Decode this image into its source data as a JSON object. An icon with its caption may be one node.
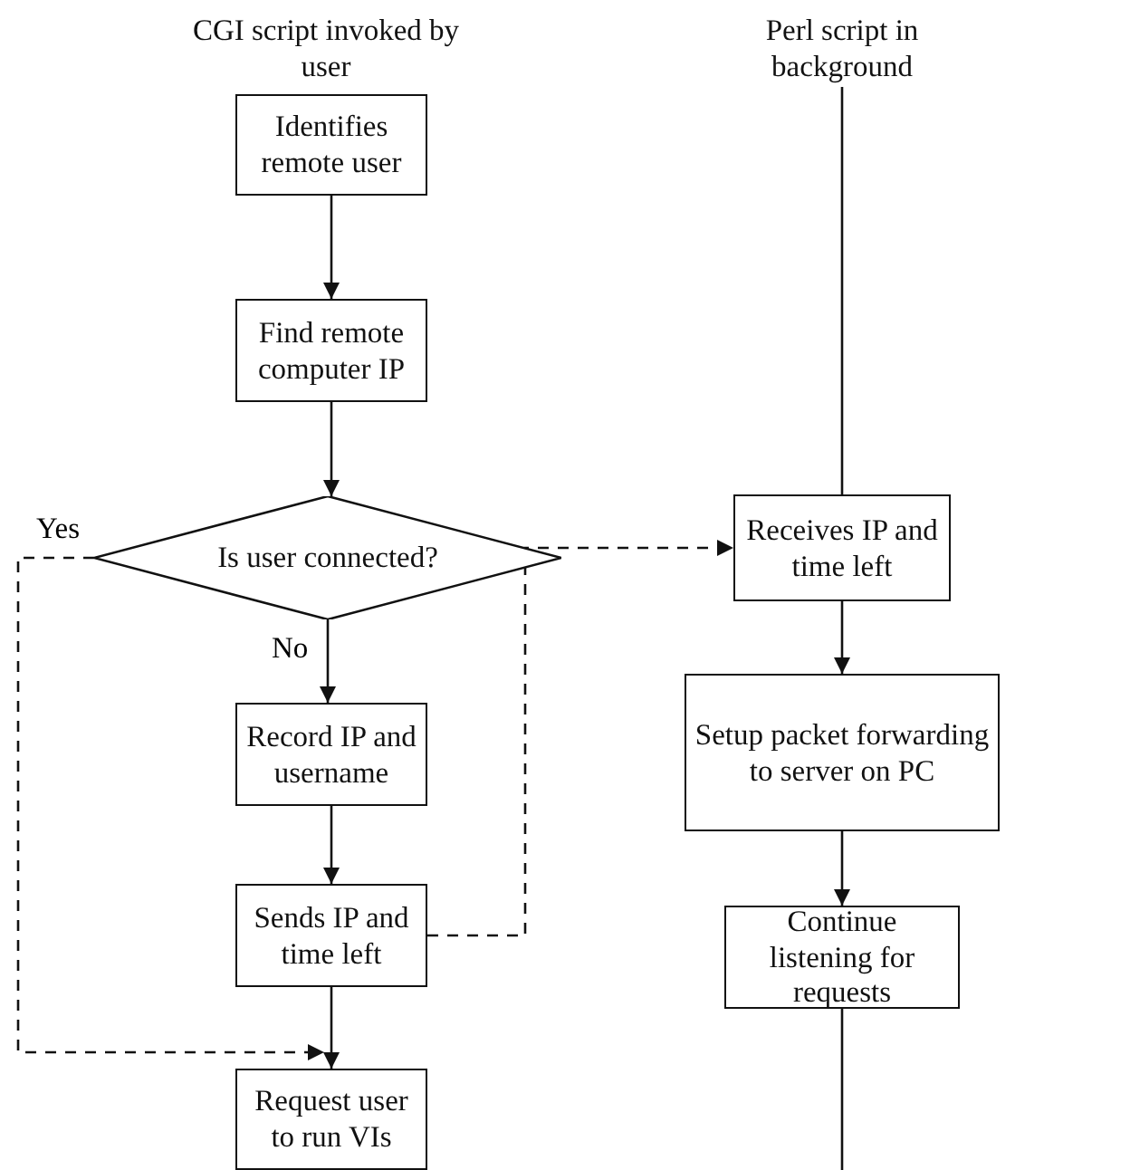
{
  "diagram": {
    "nodes": [
      {
        "text": [
          "CGI script invoked by user"
        ]
      },
      {
        "text": [
          "Identifies remote user"
        ]
      },
      {
        "text": [
          "Find remote computer IP"
        ]
      },
      {
        "text": [
          "Is user connected?"
        ]
      },
      {
        "text": [
          "Record IP and username"
        ]
      },
      {
        "text": [
          "Sends IP and time left"
        ]
      },
      {
        "text": [
          "Request user to run VIs"
        ]
      },
      {
        "text": [
          "Perl script in background"
        ]
      },
      {
        "text": [
          "Receives IP and time left"
        ]
      },
      {
        "text": [
          "Setup packet forwarding to server on PC"
        ]
      },
      {
        "text": [
          "Continue listening for requests"
        ]
      }
    ],
    "edges": [
      {
        "from": 1,
        "to": 2,
        "arrow": "to"
      },
      {
        "from": 2,
        "to": 3,
        "arrow": "to"
      },
      {
        "from": 3,
        "to": 4,
        "arrow": "to",
        "label": "No"
      },
      {
        "from": 4,
        "to": 5,
        "arrow": "to"
      },
      {
        "from": 5,
        "to": 6,
        "arrow": "to"
      },
      {
        "from": 3,
        "to": 6,
        "arrow": "to",
        "style": "dashed",
        "label": "Yes"
      },
      {
        "from": 5,
        "to": 8,
        "arrow": "to",
        "style": "dashed"
      },
      {
        "from": 7,
        "to": 8,
        "arrow": "none"
      },
      {
        "from": 8,
        "to": 9,
        "arrow": "to"
      },
      {
        "from": 9,
        "to": 10,
        "arrow": "to"
      },
      {
        "from": 10,
        "to": null,
        "arrow": "none"
      }
    ]
  }
}
